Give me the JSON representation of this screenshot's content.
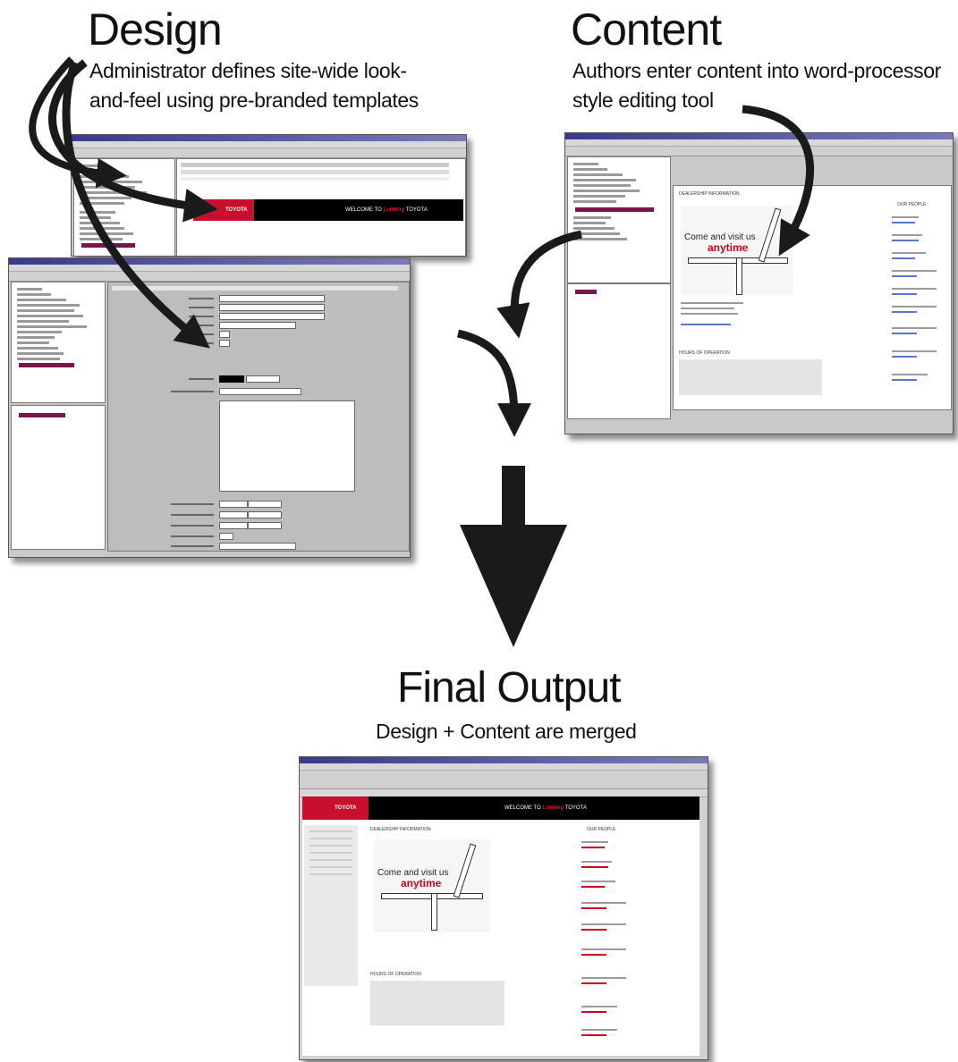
{
  "design": {
    "title": "Design",
    "description_lines": [
      "Administrator defines site-wide look-",
      "and-feel using pre-branded templates"
    ]
  },
  "content": {
    "title": "Content",
    "description_lines": [
      "Authors enter content into word-processor",
      "style editing tool"
    ]
  },
  "final": {
    "title": "Final Output",
    "subtitle": "Design + Content are merged"
  },
  "screens": {
    "banner": {
      "brand": "TOYOTA",
      "welcome": "WELCOME TO",
      "dealer": "Lobbing",
      "brand_right": "TOYOTA"
    },
    "page": {
      "heading": "DEALERSHIP INFORMATION",
      "promo_line1": "Come and visit us",
      "promo_line2": "anytime",
      "hours_heading": "HOURS OF OPERATION",
      "people_heading": "OUR PEOPLE"
    }
  },
  "colors": {
    "arrow": "#1a1a1a",
    "brand_red": "#c8102e",
    "tree_selection": "#7a1550"
  }
}
